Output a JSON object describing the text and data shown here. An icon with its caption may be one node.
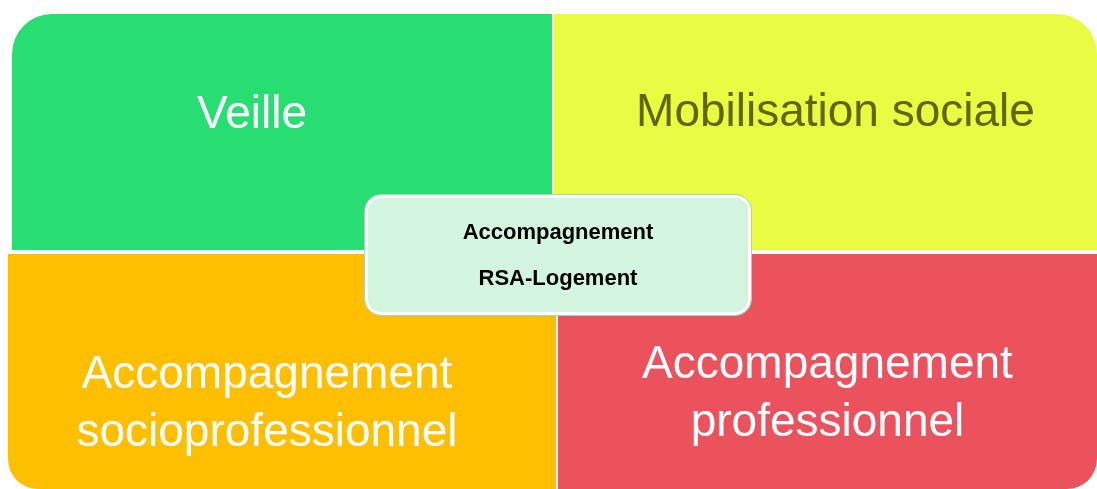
{
  "diagram": {
    "nodes": [
      {
        "text": [
          "Veille"
        ]
      },
      {
        "text": [
          "Mobilisation sociale"
        ]
      },
      {
        "text": [
          "Accompagnement RSA-Logement"
        ]
      },
      {
        "text": [
          "Accompagnement socioprofessionnel"
        ]
      },
      {
        "text": [
          "Accompagnement professionnel"
        ]
      }
    ]
  }
}
